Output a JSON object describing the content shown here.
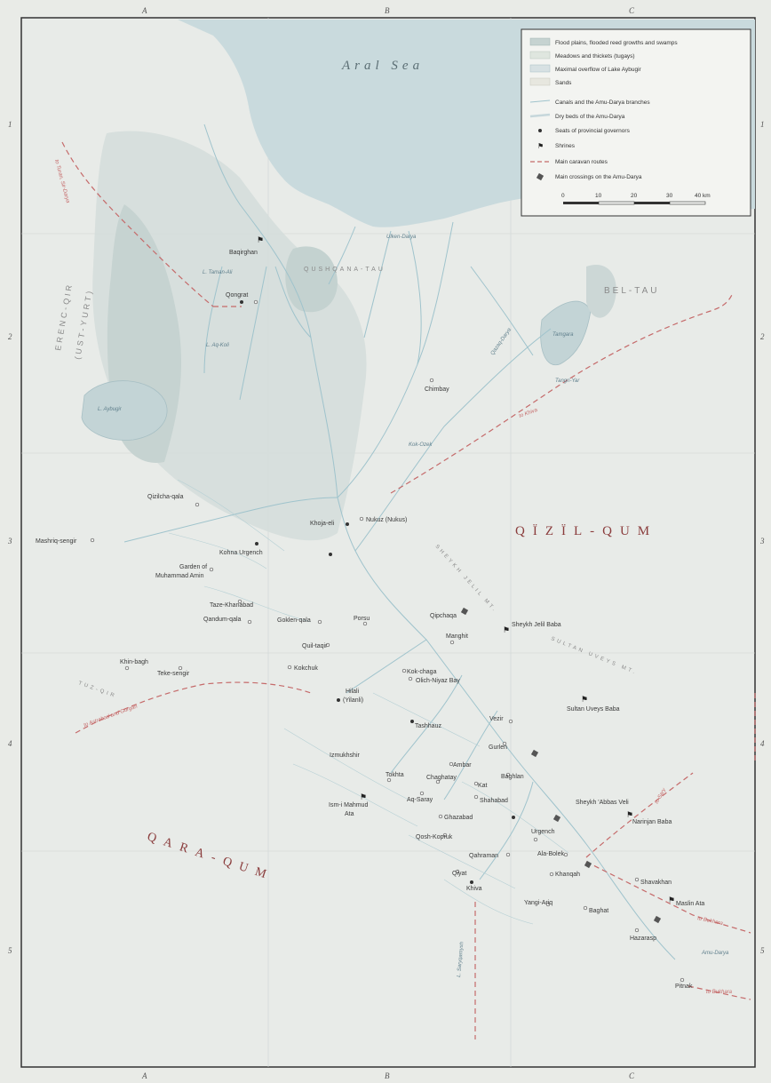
{
  "grid": {
    "columns": [
      "A",
      "B",
      "C"
    ],
    "rows": [
      "1",
      "2",
      "3",
      "4",
      "5"
    ]
  },
  "legend": {
    "items": [
      "Flood plains, flooded reed growths and swamps",
      "Meadows and thickets (tugays)",
      "Maximal overflow of Lake Aybugir",
      "Sands",
      "Canals and the Amu-Darya branches",
      "Dry beds of the Amu-Darya",
      "Seats of provincial governors",
      "Shrines",
      "Main caravan routes",
      "Main crossings on the Amu-Darya"
    ],
    "scale_ticks": [
      "0",
      "10",
      "20",
      "30",
      "40 km"
    ]
  },
  "regions": {
    "aral_sea": "Aral Sea",
    "qizil_qum": "QÏZÏL-QUM",
    "qara_qum": "QARA-QUM",
    "bel_tau": "BEL-TAU",
    "qushqana_tau": "QUSHQANA-TAU",
    "erenc_qir": "ERENC-QIR",
    "ust_yurt": "(UST-YURT)",
    "tuz_qir": "TUZ-QIR",
    "sheykh_jelil_mt": "SHEYKH JELIL MT.",
    "sultan_uveys_mt": "SULTAN UVEYS MT."
  },
  "water_labels": {
    "l_taman": "L. Taman-Ali",
    "l_ak_koli": "L. Aq-Koli",
    "l_aybugir": "L. Aybugir",
    "tamgara": "Tamgara",
    "ulken_darya": "Ulken-Darya",
    "qazaq_darya": "Qazaq-Darya",
    "kok_ozek": "Kok-Ozek",
    "tangri_yar": "Tangri-Yar",
    "amu_darya": "Amu-Darya",
    "l_sarygamysh": "L. Saryqamysh"
  },
  "places": {
    "baqirghan": "Baqirghan",
    "qongrat": "Qongrat",
    "chimbay": "Chimbay",
    "qizilcha_qala": "Qizilcha-qala",
    "mashriq_sengir": "Mashriq-sengir",
    "kohna_urgench": "Kohna Urgench",
    "khoja_eli": "Khoja-eli",
    "nukuz": "Nukuz (Nukus)",
    "garden_line1": "Garden of",
    "garden_line2": "Muhammad Amin",
    "taze_khanabad": "Taze-Khanabad",
    "qandum_qala": "Qandum-qala",
    "goklen_qala": "Goklen-qala",
    "porsu": "Porsu",
    "qipchaqa": "Qipchaqa",
    "sheykh_jelil_baba": "Sheykh Jelil Baba",
    "manghit": "Manghit",
    "quil_taqir": "Quil-taqir",
    "khin_bagh": "Khin-bagh",
    "teke_sengir": "Teke-sengir",
    "kokchuk": "Kokchuk",
    "kok_chaga": "Kok-chaga",
    "olich_niyaz_bay": "Olich-Niyaz Bay",
    "hilali_line1": "Hilali",
    "hilali_line2": "(Yilanli)",
    "tashhauz": "Tashhauz",
    "vezir": "Vezir",
    "sultan_uveys_baba": "Sultan Uveys Baba",
    "gurlen": "Gurlen",
    "izmukhshir": "Izmukhshir",
    "ambar": "Ambar",
    "tokhta": "Tokhta",
    "chaghatay": "Chaghatay",
    "baghlan": "Baghlan",
    "kat": "Kat",
    "aq_saray": "Aq-Saray",
    "shahabad": "Shahabad",
    "ism_line1": "Ism-i Mahmud",
    "ism_line2": "Ata",
    "ghazabad": "Ghazabad",
    "sheykh_abbas_veli": "Sheykh 'Abbas Veli",
    "narinjan_baba": "Narinjan Baba",
    "urgench": "Urgench",
    "qosh_kopruk": "Qosh-Kopruk",
    "qahraman": "Qahraman",
    "ala_bolek": "Ala-Bolek",
    "qiyat": "Qiyat",
    "khanqah": "Khanqah",
    "shavakhan": "Shavakhan",
    "khiva": "Khiva",
    "yangi_ariq": "Yangi-Ariq",
    "baghat": "Baghat",
    "maslin_ata": "Maslin Ata",
    "hazarasp": "Hazarasp",
    "pitnak": "Pitnak"
  },
  "routes": {
    "to_bukhara_1": "to Bukhara",
    "to_bukhara_2": "to Bukhara",
    "to_turan": "to Turan, Sir-Darya",
    "to_astrabad": "to Astrabad and Gorgan",
    "to_sary": "to Sary",
    "to_khiva": "to Khiva"
  },
  "colors": {
    "map_bg": "#e9ebe7",
    "sea": "#c9dadd",
    "river": "#9fc3cc",
    "flood": "#cfd9d6",
    "route": "#c56a6a",
    "frame": "#333333"
  }
}
